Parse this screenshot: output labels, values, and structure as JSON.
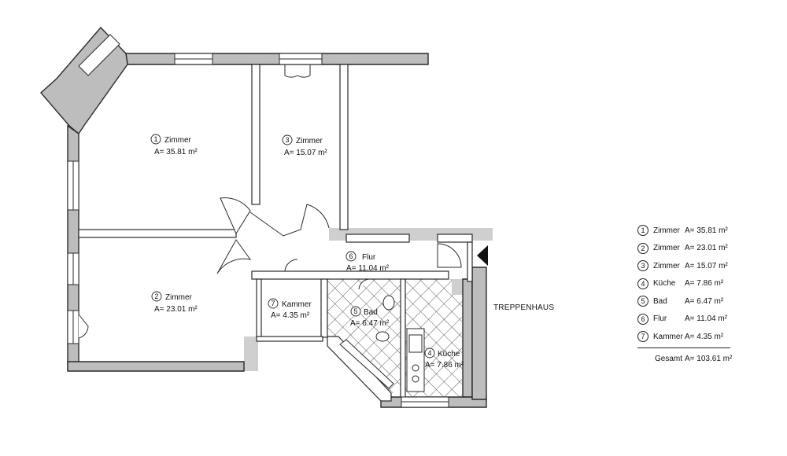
{
  "rooms": [
    {
      "num": "1",
      "name": "Zimmer",
      "area": "A= 35.81 m²"
    },
    {
      "num": "2",
      "name": "Zimmer",
      "area": "A= 23.01 m²"
    },
    {
      "num": "3",
      "name": "Zimmer",
      "area": "A= 15.07 m²"
    },
    {
      "num": "4",
      "name": "Küche",
      "area": "A= 7.86 m²"
    },
    {
      "num": "5",
      "name": "Bad",
      "area": "A= 6.47 m²"
    },
    {
      "num": "6",
      "name": "Flur",
      "area": "A= 11.04 m²"
    },
    {
      "num": "7",
      "name": "Kammer",
      "area": "A= 4.35 m²"
    }
  ],
  "plan_labels": {
    "r1_name": "Zimmer",
    "r1_area": "A= 35.81 m²",
    "r2_name": "Zimmer",
    "r2_area": "A= 23.01 m²",
    "r3_name": "Zimmer",
    "r3_area": "A= 15.07 m²",
    "r4_name": "Küche",
    "r4_area": "A= 7.86 m²",
    "r5_name": "Bad",
    "r5_area": "A= 6.47 m²",
    "r6_name": "Flur",
    "r6_area": "A= 11.04 m²",
    "r7_name": "Kammer",
    "r7_area": "A= 4.35 m²"
  },
  "stairwell_label": "TREPPENHAUS",
  "total": {
    "label": "Gesamt",
    "area": "A= 103.61 m²"
  },
  "colors": {
    "wall": "#2a2a2a",
    "wall_fill": "#bdbdbd",
    "grey_zone": "#cfcfcf"
  }
}
